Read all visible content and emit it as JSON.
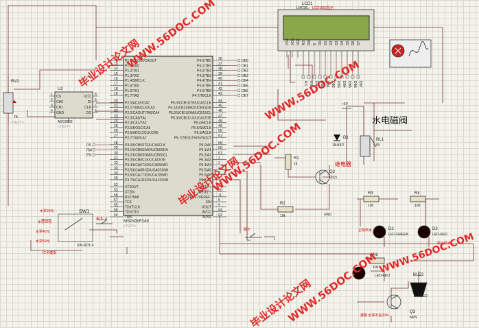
{
  "lcd": {
    "ref": "LCD1",
    "model": "LM016L",
    "caption": "LCD1602显示",
    "pins": [
      "VSS",
      "VDD",
      "VEE",
      "RS",
      "RW",
      "E",
      "D0",
      "D1",
      "D2",
      "D3",
      "D4",
      "D5",
      "D6",
      "D7"
    ],
    "nets": [
      "RS",
      "RW",
      "EN",
      "DB0",
      "DB1",
      "DB2",
      "DB3",
      "DB4",
      "DB5",
      "DB6",
      "DB7"
    ]
  },
  "mcu": {
    "ref": "U1",
    "model": "MSP430F249",
    "text": "<TEXT>",
    "left_pins": [
      "P1.0/TACLK/CAOUT",
      "P1.1/TA0",
      "P1.2/TA1",
      "P1.3/TA2",
      "P1.4/SMCLK",
      "P1.5/TA0",
      "P1.6/TA1",
      "P1.7/TA2",
      "P2.0/ACLK/CA2",
      "P2.1/TAINCLK/CA3",
      "P2.2/CAOUT/TA0/CA4",
      "P2.3/CA0/TA1",
      "P2.4/CA1/TA2",
      "P2.5/ROSC/CA5",
      "P2.6/ADC12CLK/CA6",
      "P2.7/TA0/CA7",
      "P3.0/UCB0STE/UCA0CLK",
      "P3.1/UCB0SIMO/UCB0SDA",
      "P3.2/UCB0SOMI/UCB0SCL",
      "P3.3/UCB0CLK/UCA0STE",
      "P3.4/UCA0TXD/UCA0SIMO",
      "P3.5/UCA0RXD/UCA0SOMI",
      "P3.6/UCA1TXD/UCA1SIMO",
      "P3.7/UCA1RXD/UCA1SOMI",
      "XT2OUT",
      "XT2IN",
      "RST/NMI",
      "TCK",
      "TDI/TCLK",
      "TDO/TDI",
      "TMS"
    ],
    "right_pins": [
      "P4.0/TB0",
      "P4.1/TB1",
      "P4.2/TB2",
      "P4.3/TB3",
      "P4.4/TB4",
      "P4.5/TB5",
      "P4.6/TB6",
      "P4.7/TBCLK",
      "P5.0/UCB1STE/UCA1CLK",
      "P5.1/UCB1SIMO/UCB1SDA",
      "P5.2/UCB1SOMI/UCB1SCL",
      "P5.3/UCB1CLK/UCA1STE",
      "P5.4/MCLK",
      "P5.5/SMCLK",
      "P5.6/ACLK",
      "P5.7/TBOUTH/SVSOUT",
      "P6.0/A0",
      "P6.1/A1",
      "P6.2/A2",
      "P6.3/A3",
      "P6.4/A4",
      "P6.5/A5",
      "P6.6/A6",
      "P6.7/A7",
      "VREF+",
      "VEREF+",
      "VREF-/VEREF-",
      "XIN",
      "XOUT",
      "AVCC",
      "AVSS"
    ],
    "right_nums": [
      "36",
      "37",
      "38",
      "39",
      "40",
      "41",
      "42",
      "43",
      "44",
      "45",
      "46",
      "47",
      "48",
      "49",
      "50",
      "51",
      "59",
      "60",
      "61",
      "2",
      "3",
      "4",
      "5",
      "6",
      "7",
      "10",
      "11",
      "8",
      "9",
      "64",
      "62"
    ],
    "left_nums": [
      "12",
      "13",
      "14",
      "15",
      "16",
      "17",
      "18",
      "19",
      "20",
      "21",
      "22",
      "23",
      "24",
      "25",
      "26",
      "27",
      "28",
      "29",
      "30",
      "31",
      "32",
      "33",
      "34",
      "35",
      "52",
      "53",
      "58",
      "57",
      "55",
      "56",
      "54"
    ]
  },
  "db_nets": [
    "DB0",
    "DB1",
    "DB2",
    "DB3",
    "DB4",
    "DB5",
    "DB6",
    "DB7"
  ],
  "ctrl_nets": [
    "RS",
    "RW",
    "EN"
  ],
  "adc": {
    "ref": "U2",
    "model": "ADC0832",
    "text": "<TEXT>",
    "pins_left": [
      "CS",
      "CH0",
      "CH1",
      "GND"
    ],
    "pins_right": [
      "VCC",
      "DI",
      "CLK",
      "DO"
    ],
    "nums_left": [
      "1",
      "2",
      "3",
      "4"
    ],
    "nums_right": [
      "8",
      "5",
      "7",
      "6"
    ]
  },
  "rv2": {
    "ref": "RV2",
    "label": "TA",
    "text": "<TEXT>"
  },
  "relay": {
    "ref": "RL1",
    "value": "5V",
    "caption": "继电器",
    "valve": "水电磁阀",
    "vcc": "+5V"
  },
  "diode": {
    "ref": "D1",
    "model": "1N4007"
  },
  "q2": {
    "ref": "Q2",
    "model": "9015"
  },
  "q3": {
    "ref": "Q3",
    "model": "NPN"
  },
  "r1": {
    "ref": "R1",
    "value": "1k"
  },
  "r2": {
    "ref": "R2",
    "value": "10k"
  },
  "r3": {
    "ref": "R3",
    "value": "100"
  },
  "r4": {
    "ref": "R4",
    "value": "100"
  },
  "r6": {
    "ref": "R6",
    "value": "100"
  },
  "d2": {
    "ref": "D2",
    "model": "LED-GREEN",
    "caption": "正常供水"
  },
  "d3": {
    "ref": "D3",
    "model": "LED-RED",
    "caption": "停止供水"
  },
  "d4": {
    "model": "LED-RED"
  },
  "buzzer": {
    "ref": "BUZ2",
    "model": "BUZZER",
    "caption": "报警  水票不足20%"
  },
  "sw1": {
    "ref": "SW1",
    "model": "SW-ROT-4",
    "caption": "IC卡模拟",
    "items": [
      "水票20元",
      "水票30元",
      "水票40元",
      "水票50元"
    ]
  },
  "sw_charge": {
    "caption": "充卡"
  },
  "sw_swipe": {
    "caption": "刷卡"
  },
  "gnd": "GND",
  "text_placeholder": "<TEXT>",
  "watermarks": [
    "毕业设计论文网",
    "WWW.56DOC.COM",
    "WWW.56DOC.COM",
    "毕业设计论文网",
    "WWW.56DOC.COM",
    "毕业设计论文网",
    "WWW.56DOC.COM",
    "毕业设计论文网",
    "WWW.56DOC.COM"
  ]
}
